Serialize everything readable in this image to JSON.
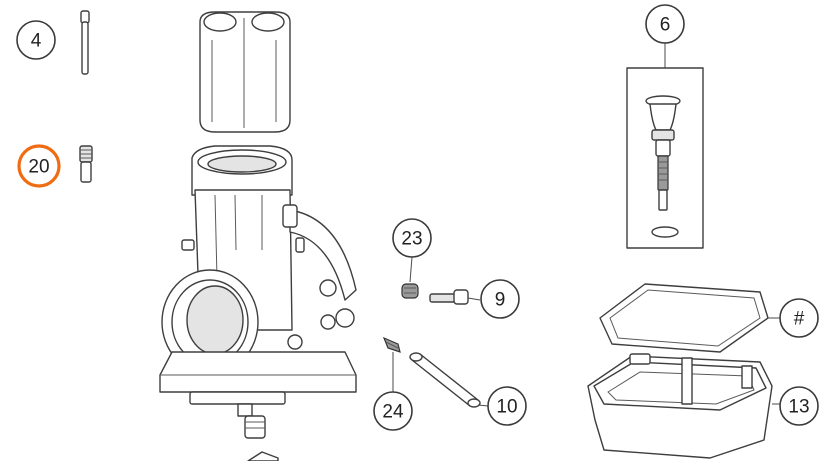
{
  "callouts": [
    {
      "id": "c4",
      "label": "4",
      "active": false
    },
    {
      "id": "c20",
      "label": "20",
      "active": true
    },
    {
      "id": "c6",
      "label": "6",
      "active": false
    },
    {
      "id": "c23",
      "label": "23",
      "active": false
    },
    {
      "id": "c9",
      "label": "9",
      "active": false
    },
    {
      "id": "chash",
      "label": "#",
      "active": false
    },
    {
      "id": "c24",
      "label": "24",
      "active": false
    },
    {
      "id": "c10",
      "label": "10",
      "active": false
    },
    {
      "id": "c13",
      "label": "13",
      "active": false
    }
  ],
  "colors": {
    "highlight": "#ef6c13",
    "line": "#3e3e3e",
    "background": "#ffffff"
  }
}
